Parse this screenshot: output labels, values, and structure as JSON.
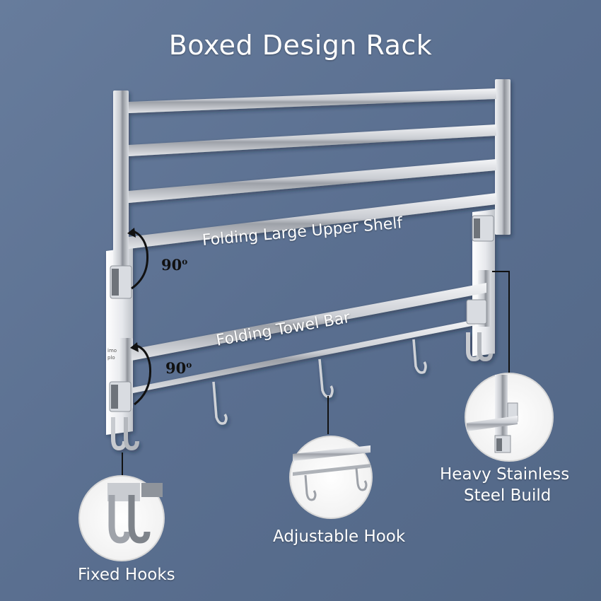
{
  "title": "Boxed Design Rack",
  "labels": {
    "upper_shelf": "Folding Large Upper Shelf",
    "towel_bar": "Folding Towel Bar",
    "fixed_hooks": "Fixed Hooks",
    "adjustable_hook": "Adjustable Hook",
    "steel_line1": "Heavy Stainless",
    "steel_line2": "Steel Build"
  },
  "angles": {
    "upper": "90",
    "lower": "90",
    "degree_mark": "o"
  },
  "bracket_text": {
    "line1": "imo",
    "line2": "plo"
  },
  "colors": {
    "background": "#5a6e8f",
    "text": "#ffffff",
    "angle_text": "#111111",
    "steel_light": "#eef0f3",
    "steel_dark": "#8c9097"
  }
}
